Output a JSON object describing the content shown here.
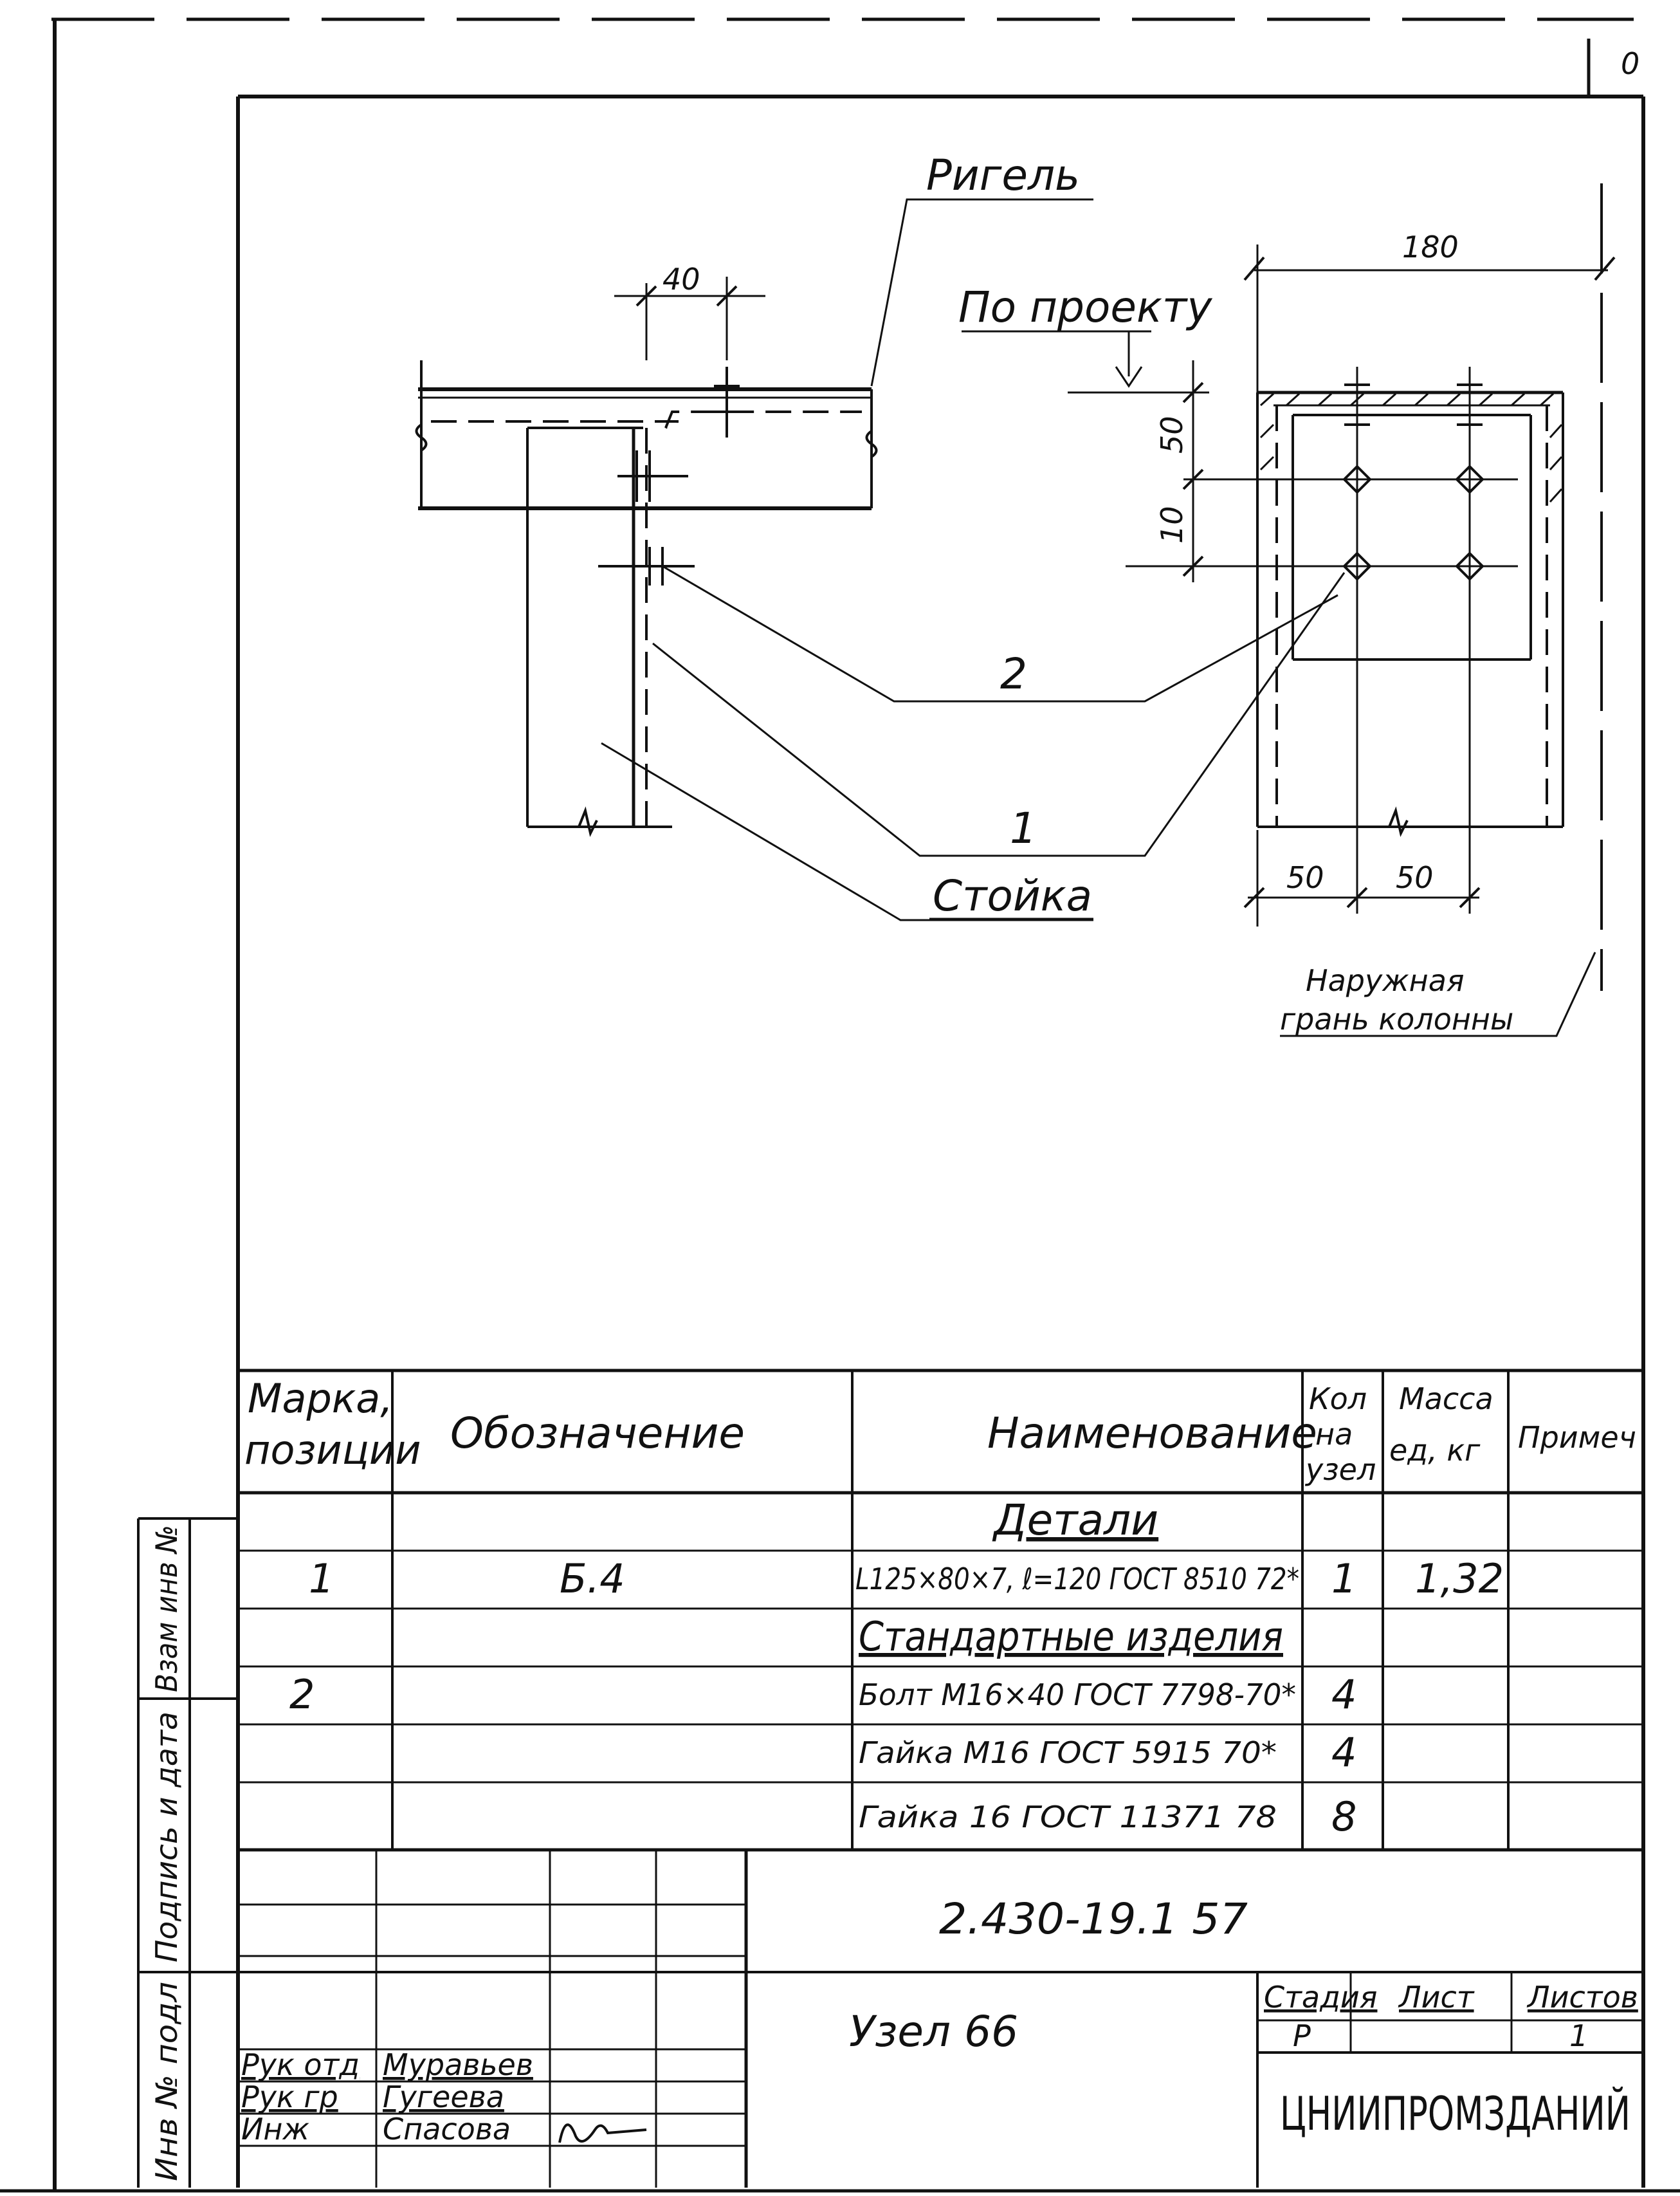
{
  "sheet_number": "0",
  "drawing": {
    "labels": {
      "rigel": "Ригель",
      "by_project": "По проекту",
      "stoika": "Стойка",
      "outer_face_line1": "Наружная",
      "outer_face_line2": "грань колонны"
    },
    "callouts": {
      "pos_2": "2",
      "pos_1": "1"
    },
    "dimensions": {
      "d40": "40",
      "d180": "180",
      "d50_vert": "50",
      "d10_vert": "10",
      "d50_bottom_left": "50",
      "d50_bottom_right": "50"
    }
  },
  "spec_table": {
    "headers": {
      "mark": [
        "Марка,",
        "позиции"
      ],
      "designation": "Обозначение",
      "name": "Наименование",
      "qty": [
        "Кол",
        "на",
        "узел"
      ],
      "mass": [
        "Масса",
        "ед, кг"
      ],
      "note": "Примеч"
    },
    "rows": [
      {
        "mark": "",
        "designation": "",
        "name": "Детали",
        "qty": "",
        "mass": "",
        "note": ""
      },
      {
        "mark": "1",
        "designation": "Б.4",
        "name": "L125×80×7, ℓ=120 ГОСТ 8510 72*",
        "qty": "1",
        "mass": "1,32",
        "note": ""
      },
      {
        "mark": "",
        "designation": "",
        "name": "Стандартные изделия",
        "qty": "",
        "mass": "",
        "note": ""
      },
      {
        "mark": "2",
        "designation": "",
        "name": "Болт М16×40 ГОСТ 7798-70*",
        "qty": "4",
        "mass": "",
        "note": ""
      },
      {
        "mark": "",
        "designation": "",
        "name": "Гайка М16 ГОСТ 5915 70*",
        "qty": "4",
        "mass": "",
        "note": ""
      },
      {
        "mark": "",
        "designation": "",
        "name": "Гайка 16 ГОСТ 11371 78",
        "qty": "8",
        "mass": "",
        "note": ""
      }
    ]
  },
  "title_block": {
    "code": "2.430-19.1 57",
    "title": "Узел 66",
    "stage_label": "Стадия",
    "sheet_label": "Лист",
    "sheets_label": "Листов",
    "stage_value": "Р",
    "sheet_value": "",
    "sheets_value": "1",
    "organization": "ЦНИИПРОМЗДАНИЙ",
    "staff": [
      {
        "role": "Рук отд",
        "name": "Муравьев"
      },
      {
        "role": "Рук гр",
        "name": "Гугеева"
      },
      {
        "role": "Инж",
        "name": "Спасова"
      }
    ]
  },
  "margin_stamps": {
    "vz_inv": "Взам инв №",
    "sign_date": "Подпись и дата",
    "inv_podl": "Инв № подл"
  }
}
